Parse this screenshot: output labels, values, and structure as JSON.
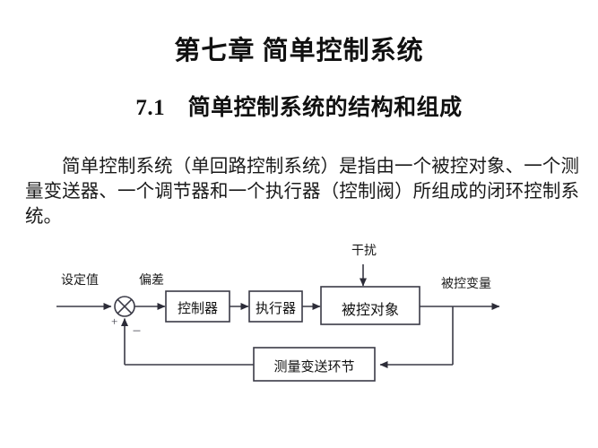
{
  "page": {
    "background_color": "#ffffff",
    "text_color": "#1a1a1a"
  },
  "heading": {
    "chapter_title": "第七章 简单控制系统",
    "section_title": "7.1　简单控制系统的结构和组成"
  },
  "body": {
    "paragraph": "简单控制系统（单回路控制系统）是指由一个被控对象、一个测量变送器、一个调节器和一个执行器（控制阀）所组成的闭环控制系统。"
  },
  "diagram": {
    "name": "simple-control-system-block-diagram",
    "line_color": "#3a3a46",
    "box_border_color": "#3a3a46",
    "labels": {
      "setpoint": "设定值",
      "deviation": "偏差",
      "disturbance": "干扰",
      "controlled_variable": "被控变量",
      "plus_sign": "+",
      "minus_sign": "－"
    },
    "blocks": [
      {
        "id": "controller",
        "label": "控制器"
      },
      {
        "id": "actuator",
        "label": "执行器"
      },
      {
        "id": "plant",
        "label": "被控对象"
      },
      {
        "id": "transmitter",
        "label": "测量变送环节"
      }
    ]
  }
}
